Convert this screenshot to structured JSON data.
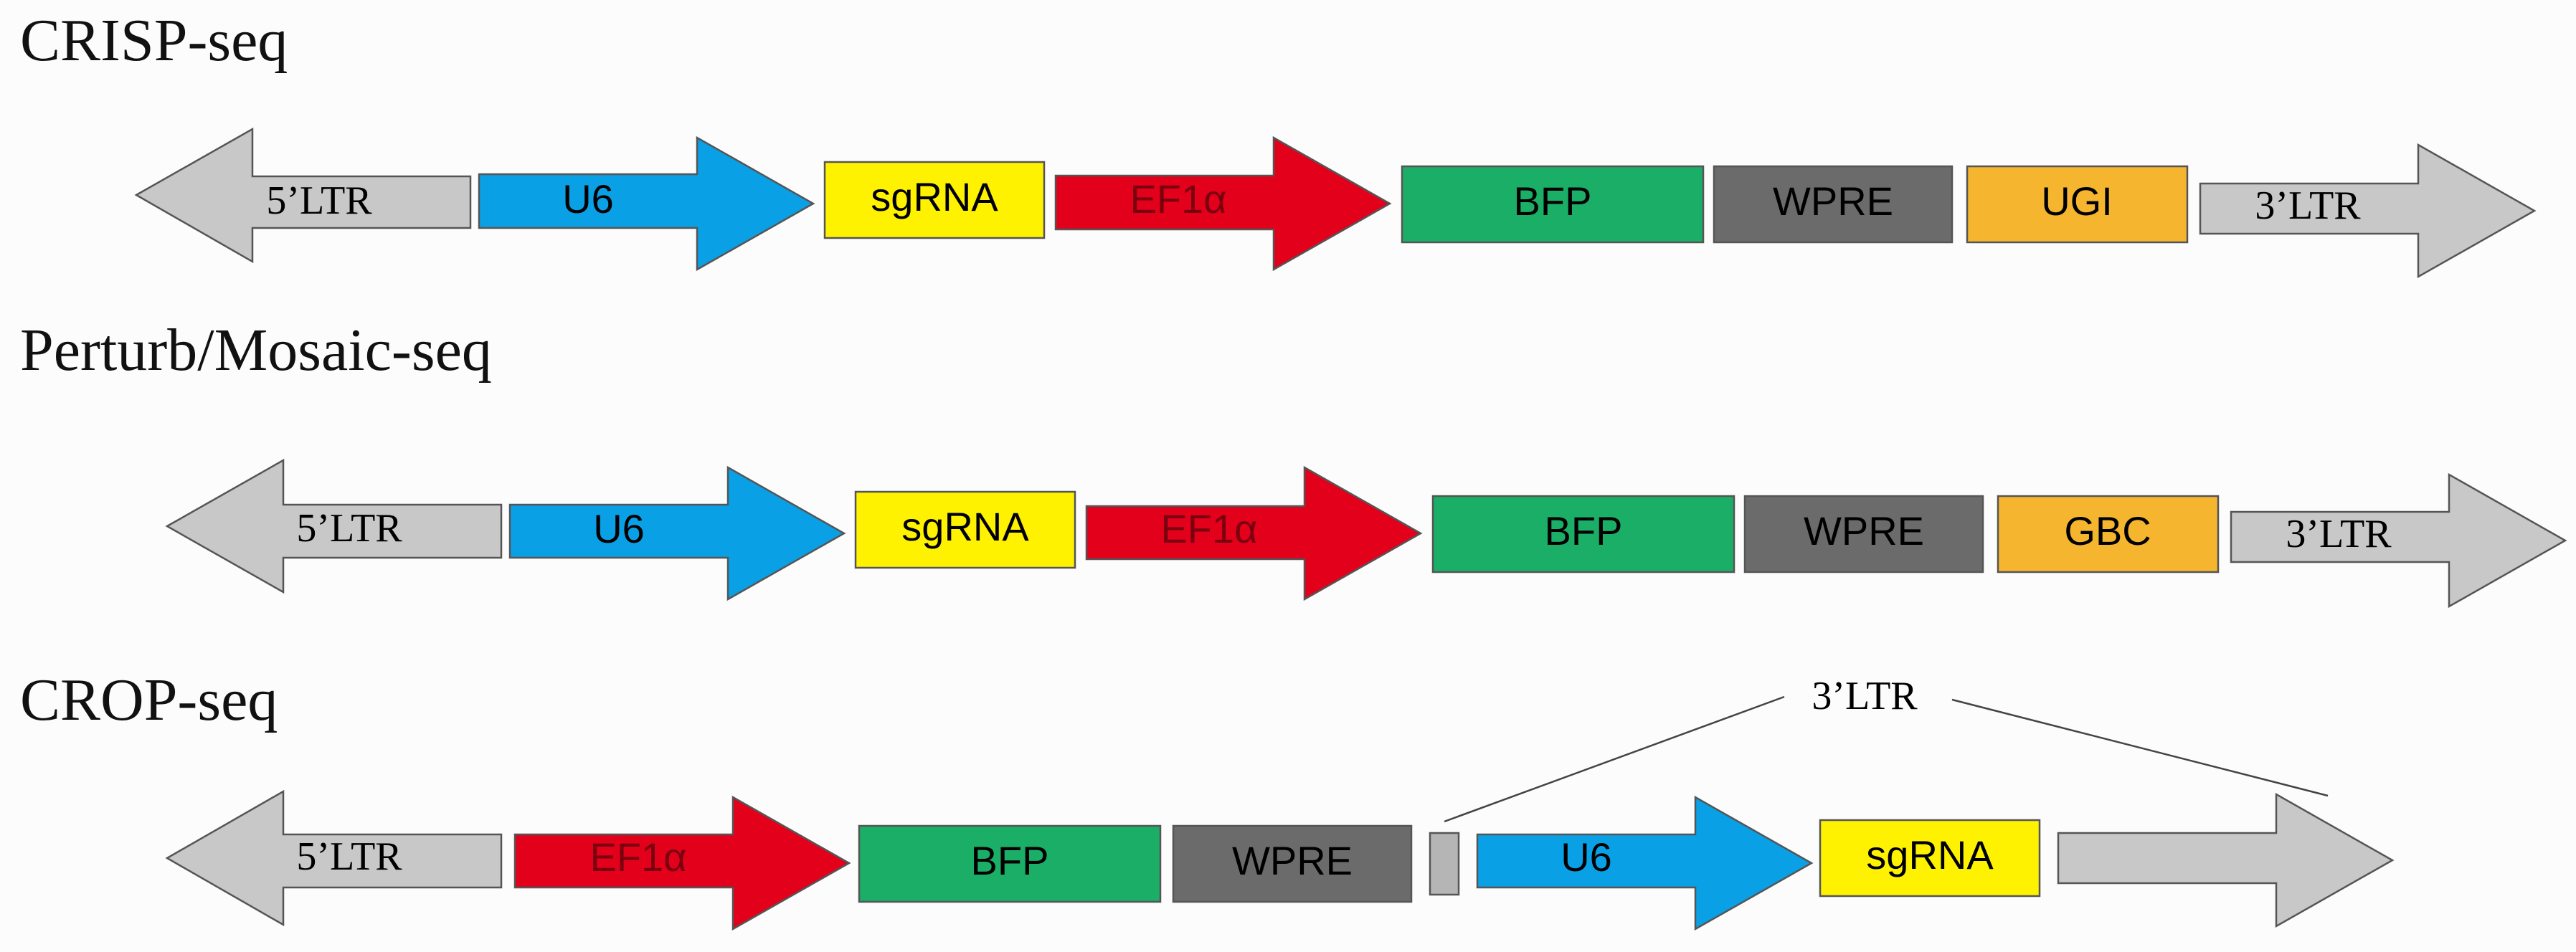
{
  "colors": {
    "ltr": "#c8c8c8",
    "u6": "#0aa0e6",
    "sgrna": "#fff200",
    "ef1a": "#e3001b",
    "bfp": "#1aae66",
    "wpre": "#6b6b6b",
    "orange": "#f5b52e",
    "bar": "#b5b5b5"
  },
  "constructs": [
    {
      "title": "CRISP-seq",
      "elements": {
        "ltr5": "5’LTR",
        "u6": "U6",
        "sgrna": "sgRNA",
        "ef1a": "EF1α",
        "bfp": "BFP",
        "wpre": "WPRE",
        "extra": "UGI",
        "ltr3": "3’LTR"
      }
    },
    {
      "title": "Perturb/Mosaic-seq",
      "elements": {
        "ltr5": "5’LTR",
        "u6": "U6",
        "sgrna": "sgRNA",
        "ef1a": "EF1α",
        "bfp": "BFP",
        "wpre": "WPRE",
        "extra": "GBC",
        "ltr3": "3’LTR"
      }
    },
    {
      "title": "CROP-seq",
      "callout": "3’LTR",
      "elements": {
        "ltr5": "5’LTR",
        "ef1a": "EF1α",
        "bfp": "BFP",
        "wpre": "WPRE",
        "u6": "U6",
        "sgrna": "sgRNA"
      }
    }
  ]
}
